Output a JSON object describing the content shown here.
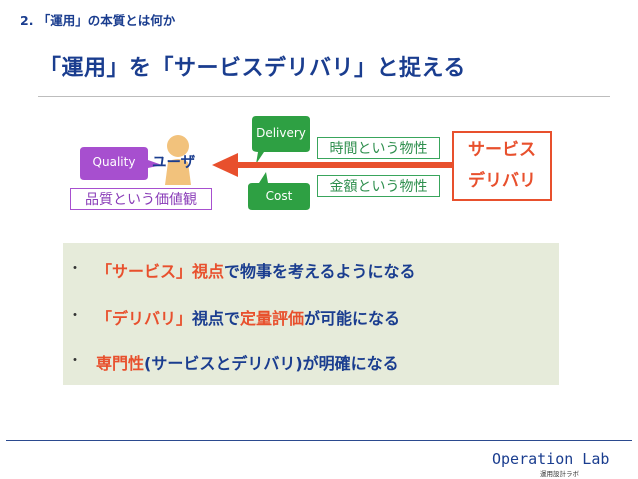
{
  "header": {
    "section": "2. 「運用」の本質とは何か",
    "title": "「運用」を「サービスデリバリ」と捉える"
  },
  "diagram": {
    "user_label": "ユーザ",
    "quality_label": "Quality",
    "delivery_label": "Delivery",
    "cost_label": "Cost",
    "attribute_time": "時間という物性",
    "attribute_money": "金額という物性",
    "attribute_value": "品質という価値観",
    "service_line1": "サービス",
    "service_line2": "デリバリ",
    "colors": {
      "purple": "#a74fcf",
      "green": "#2ea043",
      "red": "#e8502d",
      "user": "#f2c27c"
    }
  },
  "bullets": [
    {
      "marker": "・",
      "p1": "「サービス」",
      "p2": "視点",
      "p3": "で物事を考えるようになる"
    },
    {
      "marker": "・",
      "p1": "「デリバリ」",
      "p2": "視点で",
      "p3": "定量評価",
      "p4": "が可能になる"
    },
    {
      "marker": "・",
      "p1": "専門性",
      "p2": "(サービスとデリバリ)が明確になる"
    }
  ],
  "footer": {
    "brand": "Operation Lab",
    "sub": "運用設計ラボ"
  }
}
